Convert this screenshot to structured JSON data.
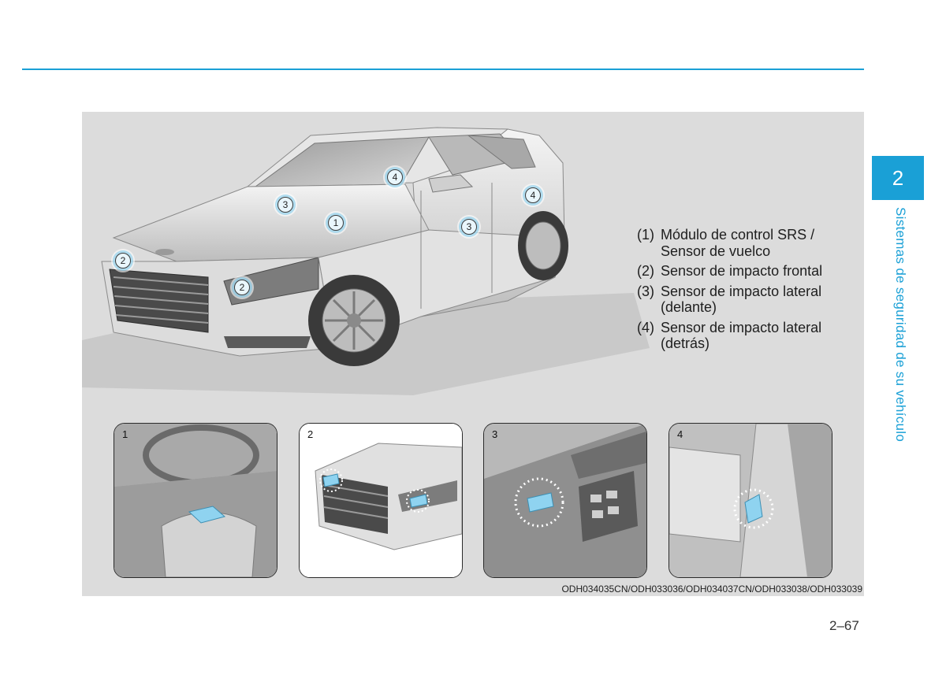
{
  "chapter": {
    "number": "2",
    "title": "Sistemas de seguridad de su vehículo"
  },
  "figure": {
    "callouts": {
      "c1": "1",
      "c2": "2",
      "c3": "3",
      "c4": "4"
    },
    "legend": [
      {
        "num": "(1)",
        "text": "Módulo de control SRS / Sensor de vuelco"
      },
      {
        "num": "(2)",
        "text": "Sensor de impacto frontal"
      },
      {
        "num": "(3)",
        "text": "Sensor de impacto lateral (delante)"
      },
      {
        "num": "(4)",
        "text": "Sensor de impacto lateral (detrás)"
      }
    ],
    "thumbnails": [
      {
        "label": "1",
        "icon": "console-interior"
      },
      {
        "label": "2",
        "icon": "car-front"
      },
      {
        "label": "3",
        "icon": "front-door-panel"
      },
      {
        "label": "4",
        "icon": "b-pillar"
      }
    ],
    "code": "ODH034035CN/ODH033036/ODH034037CN/ODH033038/ODH033039",
    "sensor_color": "#8fd3f0",
    "accent_color": "#1aa0d6"
  },
  "page": {
    "number": "2–67"
  }
}
